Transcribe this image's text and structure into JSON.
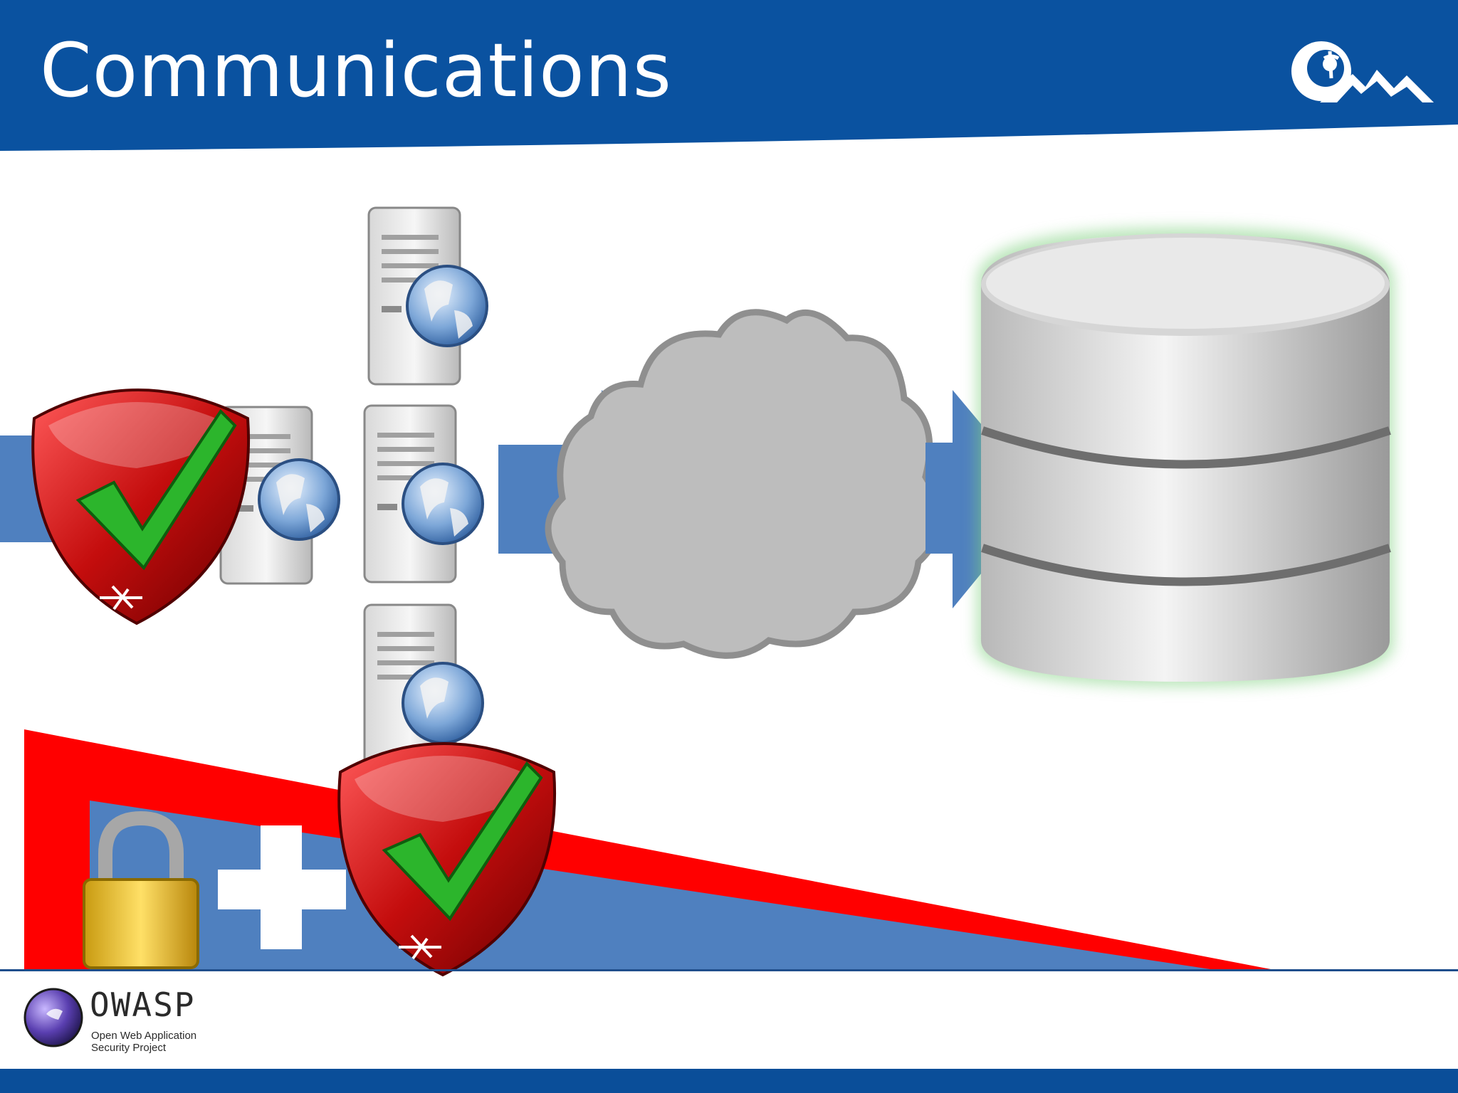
{
  "slide": {
    "title": "Communications",
    "colors": {
      "header_blue": "#0a52a0",
      "arrow_blue": "#4f80bf",
      "shield_red": "#c40d0d",
      "check_green": "#2cb52c",
      "cloud_gray": "#bdbdbd",
      "wedge_red": "#ff0000"
    }
  },
  "header_logo": {
    "icon": "mountain-sun-logo-icon"
  },
  "diagram": {
    "nodes": [
      {
        "id": "shield-left",
        "icon": "shield-check-icon"
      },
      {
        "id": "web-servers",
        "icon": "web-server-icon",
        "count": 4
      },
      {
        "id": "internet",
        "icon": "cloud-icon"
      },
      {
        "id": "database",
        "icon": "database-icon"
      }
    ],
    "connections": [
      {
        "from": "shield-left",
        "to": "web-servers"
      },
      {
        "from": "web-servers",
        "to": "internet"
      },
      {
        "from": "internet",
        "to": "database"
      }
    ],
    "legend": {
      "items": [
        "padlock-icon",
        "plus-icon",
        "shield-check-icon"
      ]
    }
  },
  "footer": {
    "owasp_name": "OWASP",
    "owasp_sub_1": "Open Web Application",
    "owasp_sub_2": "Security Project"
  }
}
